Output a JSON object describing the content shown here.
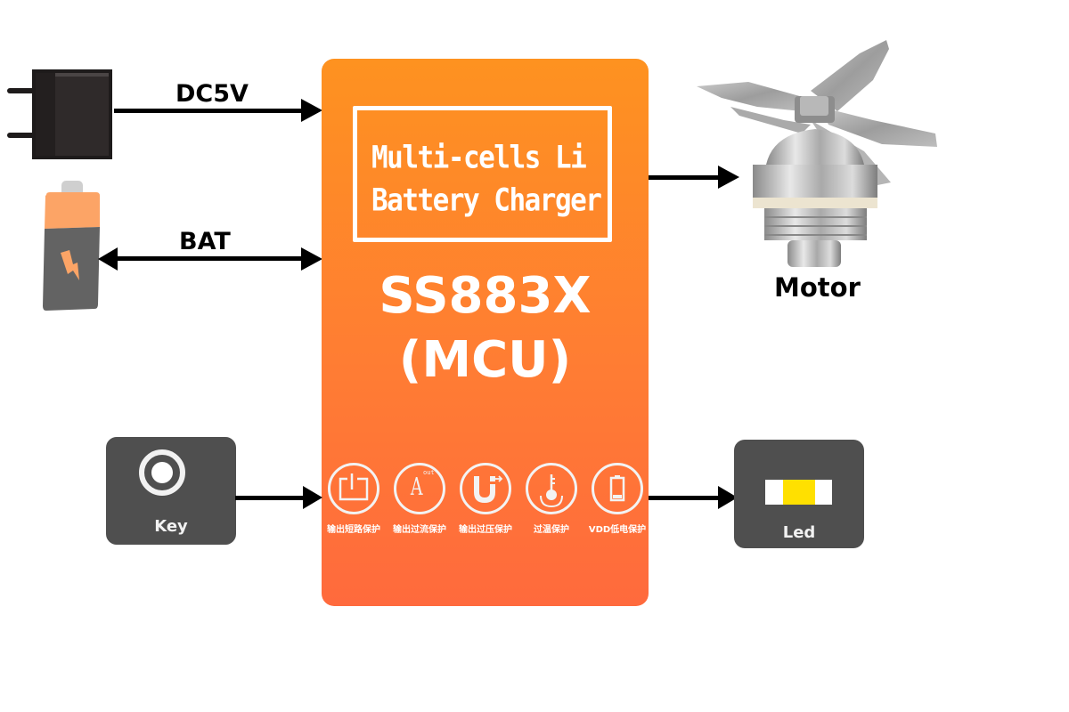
{
  "mcu": {
    "charger_line_1": "Multi-cells Li",
    "charger_line_2": "Battery Charger",
    "name": "SS883X",
    "subtitle": "(MCU)",
    "gradient_top": "#fe9220",
    "gradient_bottom": "#ff6a3d"
  },
  "protections": [
    {
      "icon": "short-circuit-icon",
      "label": "输出短路保护"
    },
    {
      "icon": "overcurrent-icon",
      "label": "输出过流保护",
      "icon_text": "A",
      "icon_sup": "out"
    },
    {
      "icon": "overvoltage-icon",
      "label": "输出过压保护"
    },
    {
      "icon": "thermometer-icon",
      "label": "过温保护"
    },
    {
      "icon": "battery-low-icon",
      "label": "VDD低电保护"
    }
  ],
  "connections": {
    "dc": {
      "label": "DC5V",
      "direction": "in"
    },
    "bat": {
      "label": "BAT",
      "direction": "bidirectional"
    },
    "motor": {
      "direction": "out"
    },
    "key": {
      "direction": "in"
    },
    "led": {
      "direction": "out"
    }
  },
  "peripherals": {
    "adapter": {
      "icon": "power-adapter-icon"
    },
    "battery": {
      "icon": "battery-icon"
    },
    "motor": {
      "label": "Motor",
      "icon": "blender-blade-icon"
    },
    "key": {
      "label": "Key",
      "icon": "button-icon"
    },
    "led": {
      "label": "Led",
      "icon": "led-icon",
      "color": "#ffe000"
    }
  }
}
